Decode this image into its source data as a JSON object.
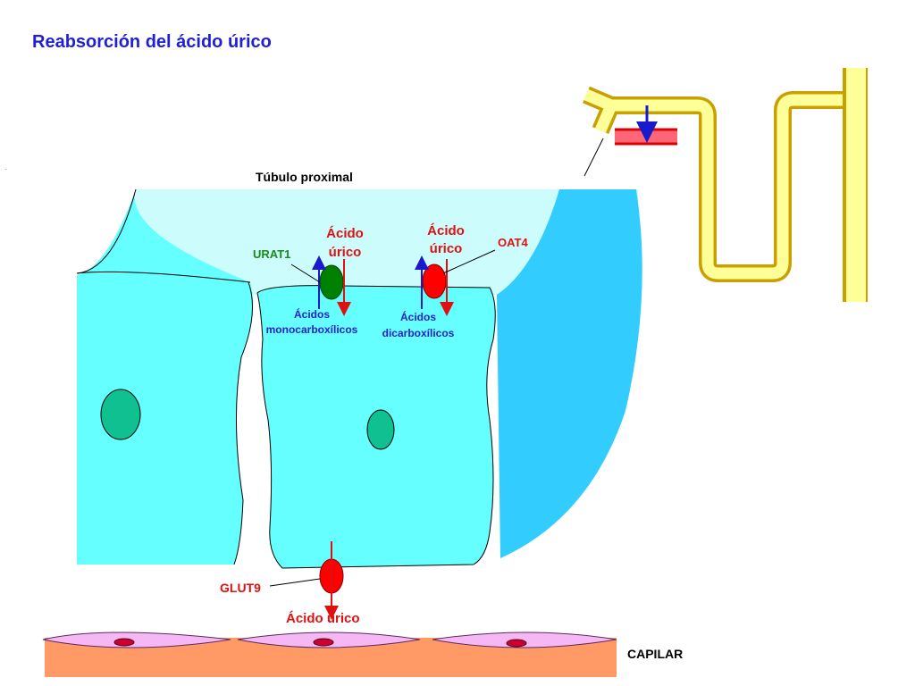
{
  "title": "Reabsorción del ácido úrico",
  "labels": {
    "tubule": "Túbulo proximal",
    "urat1": "URAT1",
    "oat4": "OAT4",
    "glut9": "GLUT9",
    "uric_acid_1_line1": "Ácido",
    "uric_acid_1_line2": "úrico",
    "uric_acid_2_line1": "Ácido",
    "uric_acid_2_line2": "úrico",
    "uric_acid_bottom": "Ácido úrico",
    "mono_line1": "Ácidos",
    "mono_line2": "monocarboxílicos",
    "di_line1": "Ácidos",
    "di_line2": "dicarboxílicos",
    "capillary": "CAPILAR"
  },
  "colors": {
    "title": "#1f1fd6",
    "label_red": "#e01010",
    "label_green": "#1a8a1a",
    "label_blue": "#2222cc",
    "lumen": "#ccfcfc",
    "lumen_dark": "#33ccff",
    "cell": "#66ffff",
    "nucleus": "#11c091",
    "nephron_fill": "#ffff99",
    "nephron_stroke": "#c8a000",
    "capillary": "#ff9966",
    "endothelium": "#f5b8f5",
    "transporter_red": "#ff0000",
    "transporter_green": "#008000"
  },
  "icons": {
    "urat1": "green-oval-transporter",
    "oat4": "red-oval-transporter",
    "glut9": "red-oval-transporter",
    "flow": "arrow-icon"
  }
}
